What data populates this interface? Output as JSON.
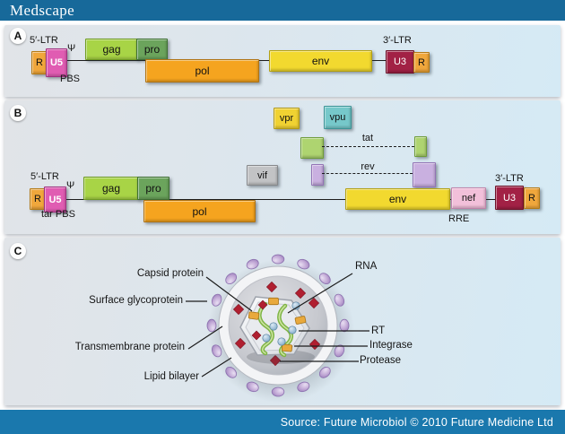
{
  "brand": {
    "logo_text": "Medscape"
  },
  "footer": {
    "source_text": "Source: Future Microbiol © 2010 Future Medicine Ltd"
  },
  "colors": {
    "header_bar": "#17699a",
    "footer_bar": "#1a78ad",
    "panel_bg_left": "#e1e4e8",
    "panel_bg_right": "#d5eaf5",
    "ltr_r": "#f0a73c",
    "u5": "#e05cb2",
    "u3": "#a22145",
    "gag": "#a8d446",
    "pro": "#6ba45c",
    "pol": "#f5a41f",
    "env": "#f2d92f",
    "nef": "#f2c0da",
    "vpr": "#f0d232",
    "vpu": "#76c8ca",
    "tat": "#aed470",
    "rev": "#c9b0e0",
    "vif": "#c2c3c5",
    "protease_diamond": "#b01f30",
    "rt_sphere": "#7ea9c8",
    "integrase_block": "#e9a93c",
    "rna_strand": "#7eb544",
    "knob": "#c2a9d6",
    "stalk": "#2b7db2"
  },
  "panelA": {
    "badge": "A",
    "five_ltr": "5′-LTR",
    "psi": "Ψ",
    "pbs": "PBS",
    "r_left": "R",
    "u5": "U5",
    "gag": "gag",
    "pro": "pro",
    "pol": "pol",
    "env": "env",
    "three_ltr": "3′-LTR",
    "u3": "U3",
    "r_right": "R"
  },
  "panelB": {
    "badge": "B",
    "five_ltr": "5′-LTR",
    "psi": "Ψ",
    "tar_pbs": "tar PBS",
    "vpr": "vpr",
    "vpu": "vpu",
    "tat": "tat",
    "rev": "rev",
    "vif": "vif",
    "r_left": "R",
    "u5": "U5",
    "gag": "gag",
    "pro": "pro",
    "pol": "pol",
    "env": "env",
    "nef": "nef",
    "rre": "RRE",
    "three_ltr": "3′-LTR",
    "u3": "U3",
    "r_right": "R"
  },
  "panelC": {
    "badge": "C",
    "labels": {
      "capsid": "Capsid protein",
      "surface": "Surface glycoprotein",
      "transmembrane": "Transmembrane protein",
      "lipid": "Lipid bilayer",
      "rna": "RNA",
      "rt": "RT",
      "integrase": "Integrase",
      "protease": "Protease"
    }
  }
}
